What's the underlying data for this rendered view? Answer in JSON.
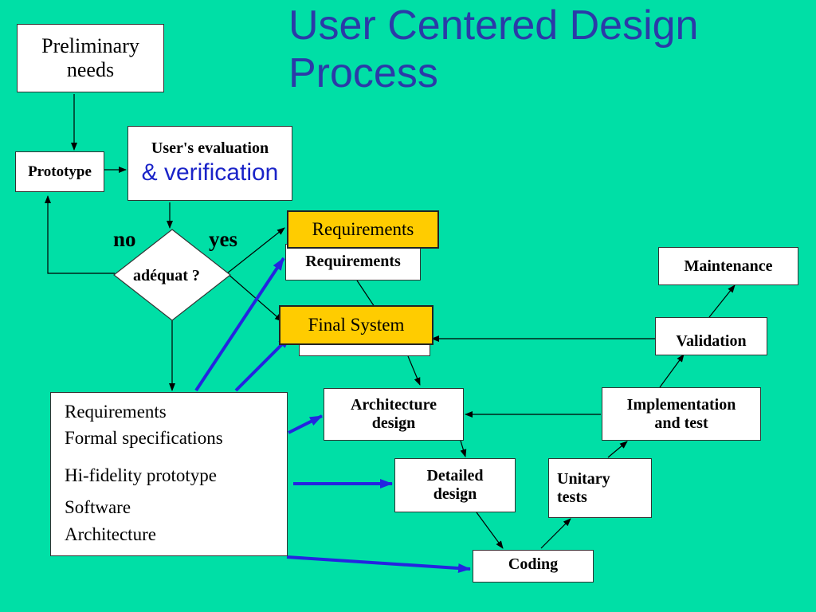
{
  "title_line1": "User Centered Design",
  "title_line2": "Process",
  "nodes": {
    "preliminary_line1": "Preliminary",
    "preliminary_line2": "needs",
    "prototype": "Prototype",
    "user_eval_line1": "User's evaluation",
    "user_eval_line2": "& verification",
    "adequat": "adéquat ?",
    "label_no": "no",
    "label_yes": "yes",
    "requirements_yellow": "Requirements",
    "requirements_white": "Requirements",
    "final_system": "Final System",
    "architecture_line1": "Architecture",
    "architecture_line2": "design",
    "detailed_line1": "Detailed",
    "detailed_line2": "design",
    "coding": "Coding",
    "unitary_line1": "Unitary",
    "unitary_line2": "tests",
    "implementation_line1": "Implementation",
    "implementation_line2": "and test",
    "validation": "Validation",
    "maintenance": "Maintenance"
  },
  "deliverables": {
    "requirements": "Requirements",
    "formal_specs": "Formal specifications",
    "hifi_prototype": "Hi-fidelity prototype",
    "software": "Software",
    "architecture": "Architecture"
  },
  "colors": {
    "background": "#00DFA6",
    "title": "#2B3AA8",
    "highlight_box": "#FFCC00",
    "blue_arrow": "#2424E0"
  }
}
